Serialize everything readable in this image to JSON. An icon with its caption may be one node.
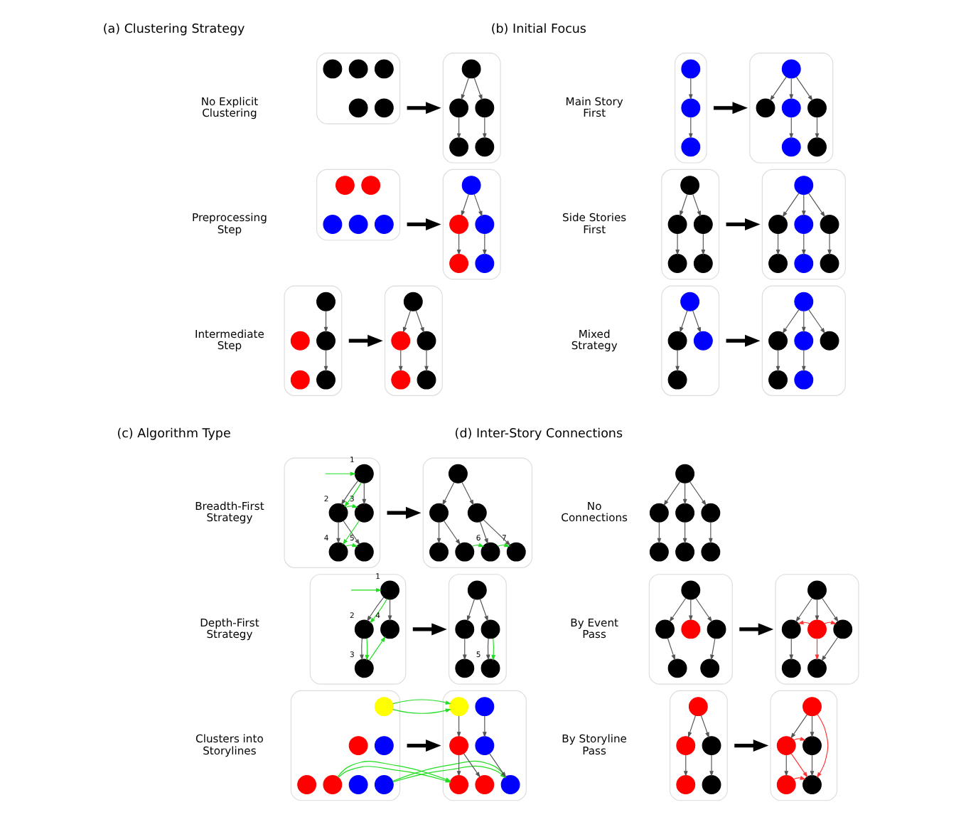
{
  "diagram": {
    "nodes": [
      {
        "text": [],
        "shape": "group"
      },
      {
        "text": [],
        "shape": "circle",
        "in": 0
      },
      {
        "text": [],
        "shape": "circle",
        "in": 0
      },
      {
        "text": [],
        "shape": "circle",
        "in": 0
      },
      {
        "text": [],
        "shape": "circle",
        "in": 0
      },
      {
        "text": [],
        "shape": "circle",
        "in": 0
      },
      {
        "text": [],
        "shape": "group"
      },
      {
        "text": [],
        "shape": "circle",
        "in": 6
      },
      {
        "text": [],
        "shape": "circle",
        "in": 6
      },
      {
        "text": [],
        "shape": "circle",
        "in": 6
      },
      {
        "text": [],
        "shape": "circle",
        "in": 6
      },
      {
        "text": [],
        "shape": "circle",
        "in": 6
      },
      {
        "text": [],
        "shape": "group"
      },
      {
        "text": [],
        "shape": "circle",
        "in": 12
      },
      {
        "text": [],
        "shape": "circle",
        "in": 12
      },
      {
        "text": [],
        "shape": "circle",
        "in": 12
      },
      {
        "text": [],
        "shape": "circle",
        "in": 12
      },
      {
        "text": [],
        "shape": "circle",
        "in": 12
      },
      {
        "text": [],
        "shape": "group"
      },
      {
        "text": [],
        "shape": "circle",
        "in": 18
      },
      {
        "text": [],
        "shape": "circle",
        "in": 18
      },
      {
        "text": [],
        "shape": "circle",
        "in": 18
      },
      {
        "text": [],
        "shape": "circle",
        "in": 18
      },
      {
        "text": [],
        "shape": "circle",
        "in": 18
      },
      {
        "text": [],
        "shape": "group"
      },
      {
        "text": [],
        "shape": "circle",
        "in": 24
      },
      {
        "text": [],
        "shape": "circle",
        "in": 24
      },
      {
        "text": [],
        "shape": "circle",
        "in": 24
      },
      {
        "text": [],
        "shape": "circle",
        "in": 24
      },
      {
        "text": [],
        "shape": "circle",
        "in": 24
      },
      {
        "text": [],
        "shape": "group"
      },
      {
        "text": [],
        "shape": "circle",
        "in": 30
      },
      {
        "text": [],
        "shape": "circle",
        "in": 30
      },
      {
        "text": [],
        "shape": "circle",
        "in": 30
      },
      {
        "text": [],
        "shape": "circle",
        "in": 30
      },
      {
        "text": [],
        "shape": "circle",
        "in": 30
      },
      {
        "text": [],
        "shape": "group"
      },
      {
        "text": [],
        "shape": "circle",
        "in": 36
      },
      {
        "text": [],
        "shape": "circle",
        "in": 36
      },
      {
        "text": [],
        "shape": "circle",
        "in": 36
      },
      {
        "text": [],
        "shape": "group"
      },
      {
        "text": [],
        "shape": "circle",
        "in": 40
      },
      {
        "text": [],
        "shape": "circle",
        "in": 40
      },
      {
        "text": [],
        "shape": "circle",
        "in": 40
      },
      {
        "text": [],
        "shape": "circle",
        "in": 40
      },
      {
        "text": [],
        "shape": "circle",
        "in": 40
      },
      {
        "text": [],
        "shape": "circle",
        "in": 40
      },
      {
        "text": [],
        "shape": "group"
      },
      {
        "text": [],
        "shape": "circle",
        "in": 47
      },
      {
        "text": [],
        "shape": "circle",
        "in": 47
      },
      {
        "text": [],
        "shape": "circle",
        "in": 47
      },
      {
        "text": [],
        "shape": "circle",
        "in": 47
      },
      {
        "text": [],
        "shape": "circle",
        "in": 47
      },
      {
        "text": [],
        "shape": "group"
      },
      {
        "text": [],
        "shape": "circle",
        "in": 53
      },
      {
        "text": [],
        "shape": "circle",
        "in": 53
      },
      {
        "text": [],
        "shape": "circle",
        "in": 53
      },
      {
        "text": [],
        "shape": "circle",
        "in": 53
      },
      {
        "text": [],
        "shape": "circle",
        "in": 53
      },
      {
        "text": [],
        "shape": "circle",
        "in": 53
      },
      {
        "text": [],
        "shape": "circle",
        "in": 53
      },
      {
        "text": [],
        "shape": "group"
      },
      {
        "text": [],
        "shape": "circle",
        "in": 61
      },
      {
        "text": [],
        "shape": "circle",
        "in": 61
      },
      {
        "text": [],
        "shape": "circle",
        "in": 61
      },
      {
        "text": [],
        "shape": "circle",
        "in": 61
      },
      {
        "text": [],
        "shape": "group"
      },
      {
        "text": [],
        "shape": "circle",
        "in": 66
      },
      {
        "text": [],
        "shape": "circle",
        "in": 66
      },
      {
        "text": [],
        "shape": "circle",
        "in": 66
      },
      {
        "text": [],
        "shape": "circle",
        "in": 66
      },
      {
        "text": [],
        "shape": "circle",
        "in": 66
      },
      {
        "text": [],
        "shape": "circle",
        "in": 66
      },
      {
        "text": [],
        "shape": "group"
      },
      {
        "text": [],
        "shape": "circle",
        "in": 73,
        "beside": [
          "1"
        ]
      },
      {
        "text": [],
        "shape": "circle",
        "in": 73,
        "beside": [
          "2"
        ]
      },
      {
        "text": [],
        "shape": "circle",
        "in": 73,
        "beside": [
          "3"
        ]
      },
      {
        "text": [],
        "shape": "circle",
        "in": 73,
        "beside": [
          "4"
        ]
      },
      {
        "text": [],
        "shape": "circle",
        "in": 73,
        "beside": [
          "5"
        ]
      },
      {
        "text": [],
        "shape": "group"
      },
      {
        "text": [],
        "shape": "circle",
        "in": 79
      },
      {
        "text": [],
        "shape": "circle",
        "in": 79
      },
      {
        "text": [],
        "shape": "circle",
        "in": 79
      },
      {
        "text": [],
        "shape": "circle",
        "in": 79
      },
      {
        "text": [],
        "shape": "circle",
        "in": 79
      },
      {
        "text": [],
        "shape": "circle",
        "in": 79,
        "beside": [
          "6"
        ]
      },
      {
        "text": [],
        "shape": "circle",
        "in": 79,
        "beside": [
          "7"
        ]
      },
      {
        "text": [],
        "shape": "group"
      },
      {
        "text": [],
        "shape": "circle",
        "in": 87,
        "beside": [
          "1"
        ]
      },
      {
        "text": [],
        "shape": "circle",
        "in": 87,
        "beside": [
          "2"
        ]
      },
      {
        "text": [],
        "shape": "circle",
        "in": 87,
        "beside": [
          "4"
        ]
      },
      {
        "text": [],
        "shape": "circle",
        "in": 87,
        "beside": [
          "3"
        ]
      },
      {
        "text": [],
        "shape": "group"
      },
      {
        "text": [],
        "shape": "circle",
        "in": 92
      },
      {
        "text": [],
        "shape": "circle",
        "in": 92
      },
      {
        "text": [],
        "shape": "circle",
        "in": 92
      },
      {
        "text": [],
        "shape": "circle",
        "in": 92
      },
      {
        "text": [],
        "shape": "circle",
        "in": 92,
        "beside": [
          "5"
        ]
      },
      {
        "text": [],
        "shape": "group"
      },
      {
        "text": [],
        "shape": "circle",
        "in": 98
      },
      {
        "text": [],
        "shape": "circle",
        "in": 98
      },
      {
        "text": [],
        "shape": "circle",
        "in": 98
      },
      {
        "text": [],
        "shape": "circle",
        "in": 98
      },
      {
        "text": [],
        "shape": "circle",
        "in": 98
      },
      {
        "text": [],
        "shape": "circle",
        "in": 98
      },
      {
        "text": [],
        "shape": "circle",
        "in": 98
      },
      {
        "text": [],
        "shape": "group"
      },
      {
        "text": [],
        "shape": "circle",
        "in": 106
      },
      {
        "text": [],
        "shape": "circle",
        "in": 106
      },
      {
        "text": [],
        "shape": "circle",
        "in": 106
      },
      {
        "text": [],
        "shape": "circle",
        "in": 106
      },
      {
        "text": [],
        "shape": "circle",
        "in": 106
      },
      {
        "text": [],
        "shape": "circle",
        "in": 106
      },
      {
        "text": [],
        "shape": "circle",
        "in": 106
      },
      {
        "text": [],
        "shape": "circle"
      },
      {
        "text": [],
        "shape": "circle"
      },
      {
        "text": [],
        "shape": "circle"
      },
      {
        "text": [],
        "shape": "circle"
      },
      {
        "text": [],
        "shape": "circle"
      },
      {
        "text": [],
        "shape": "circle"
      },
      {
        "text": [],
        "shape": "circle"
      },
      {
        "text": [],
        "shape": "group"
      },
      {
        "text": [],
        "shape": "circle",
        "in": 121
      },
      {
        "text": [],
        "shape": "circle",
        "in": 121
      },
      {
        "text": [],
        "shape": "circle",
        "in": 121
      },
      {
        "text": [],
        "shape": "circle",
        "in": 121
      },
      {
        "text": [],
        "shape": "circle",
        "in": 121
      },
      {
        "text": [],
        "shape": "circle",
        "in": 121
      },
      {
        "text": [],
        "shape": "group"
      },
      {
        "text": [],
        "shape": "circle",
        "in": 128
      },
      {
        "text": [],
        "shape": "circle",
        "in": 128
      },
      {
        "text": [],
        "shape": "circle",
        "in": 128
      },
      {
        "text": [],
        "shape": "circle",
        "in": 128
      },
      {
        "text": [],
        "shape": "circle",
        "in": 128
      },
      {
        "text": [],
        "shape": "circle",
        "in": 128
      },
      {
        "text": [],
        "shape": "group"
      },
      {
        "text": [],
        "shape": "circle",
        "in": 135
      },
      {
        "text": [],
        "shape": "circle",
        "in": 135
      },
      {
        "text": [],
        "shape": "circle",
        "in": 135
      },
      {
        "text": [],
        "shape": "circle",
        "in": 135
      },
      {
        "text": [],
        "shape": "circle",
        "in": 135
      },
      {
        "text": [],
        "shape": "group"
      },
      {
        "text": [],
        "shape": "circle",
        "in": 141
      },
      {
        "text": [],
        "shape": "circle",
        "in": 141
      },
      {
        "text": [],
        "shape": "circle",
        "in": 141
      },
      {
        "text": [],
        "shape": "circle",
        "in": 141
      },
      {
        "text": [],
        "shape": "circle",
        "in": 141
      }
    ],
    "edges": [
      {
        "from": 7,
        "to": 8,
        "arrow": "to"
      },
      {
        "from": 7,
        "to": 9,
        "arrow": "to"
      },
      {
        "from": 8,
        "to": 10,
        "arrow": "to"
      },
      {
        "from": 9,
        "to": 11,
        "arrow": "to"
      },
      {
        "from": 0,
        "to": 6,
        "arrow": "to",
        "style": "thick"
      },
      {
        "from": 19,
        "to": 20,
        "arrow": "to"
      },
      {
        "from": 19,
        "to": 21,
        "arrow": "to"
      },
      {
        "from": 20,
        "to": 22,
        "arrow": "to"
      },
      {
        "from": 21,
        "to": 23,
        "arrow": "to"
      },
      {
        "from": 12,
        "to": 18,
        "arrow": "to",
        "style": "thick"
      },
      {
        "from": 25,
        "to": 27,
        "arrow": "to"
      },
      {
        "from": 27,
        "to": 29,
        "arrow": "to"
      },
      {
        "from": 31,
        "to": 32,
        "arrow": "to"
      },
      {
        "from": 31,
        "to": 33,
        "arrow": "to"
      },
      {
        "from": 32,
        "to": 34,
        "arrow": "to"
      },
      {
        "from": 33,
        "to": 35,
        "arrow": "to"
      },
      {
        "from": 24,
        "to": 30,
        "arrow": "to",
        "style": "thick"
      },
      {
        "from": 37,
        "to": 38,
        "arrow": "to"
      },
      {
        "from": 38,
        "to": 39,
        "arrow": "to"
      },
      {
        "from": 41,
        "to": 42,
        "arrow": "to"
      },
      {
        "from": 41,
        "to": 43,
        "arrow": "to"
      },
      {
        "from": 41,
        "to": 44,
        "arrow": "to"
      },
      {
        "from": 43,
        "to": 45,
        "arrow": "to"
      },
      {
        "from": 44,
        "to": 46,
        "arrow": "to"
      },
      {
        "from": 36,
        "to": 40,
        "arrow": "to",
        "style": "thick"
      },
      {
        "from": 48,
        "to": 49,
        "arrow": "to"
      },
      {
        "from": 48,
        "to": 50,
        "arrow": "to"
      },
      {
        "from": 49,
        "to": 51,
        "arrow": "to"
      },
      {
        "from": 50,
        "to": 52,
        "arrow": "to"
      },
      {
        "from": 54,
        "to": 55,
        "arrow": "to"
      },
      {
        "from": 54,
        "to": 56,
        "arrow": "to"
      },
      {
        "from": 54,
        "to": 57,
        "arrow": "to"
      },
      {
        "from": 55,
        "to": 58,
        "arrow": "to"
      },
      {
        "from": 56,
        "to": 59,
        "arrow": "to"
      },
      {
        "from": 57,
        "to": 60,
        "arrow": "to"
      },
      {
        "from": 47,
        "to": 53,
        "arrow": "to",
        "style": "thick"
      },
      {
        "from": 62,
        "to": 63,
        "arrow": "to"
      },
      {
        "from": 62,
        "to": 64,
        "arrow": "to"
      },
      {
        "from": 63,
        "to": 65,
        "arrow": "to"
      },
      {
        "from": 67,
        "to": 68,
        "arrow": "to"
      },
      {
        "from": 67,
        "to": 69,
        "arrow": "to"
      },
      {
        "from": 67,
        "to": 70,
        "arrow": "to"
      },
      {
        "from": 68,
        "to": 71,
        "arrow": "to"
      },
      {
        "from": 69,
        "to": 72,
        "arrow": "to"
      },
      {
        "from": 61,
        "to": 66,
        "arrow": "to",
        "style": "thick"
      },
      {
        "from": 74,
        "to": 75,
        "arrow": "to"
      },
      {
        "from": 74,
        "to": 76,
        "arrow": "to"
      },
      {
        "from": 75,
        "to": 77,
        "arrow": "to"
      },
      {
        "from": 75,
        "to": 78,
        "arrow": "to"
      },
      {
        "from": null,
        "to": 74,
        "arrow": "to",
        "color": "#22dd22"
      },
      {
        "from": 74,
        "to": 75,
        "arrow": "to",
        "color": "#22dd22"
      },
      {
        "from": 75,
        "to": 76,
        "arrow": "to",
        "color": "#22dd22"
      },
      {
        "from": 76,
        "to": 77,
        "arrow": "to",
        "color": "#22dd22"
      },
      {
        "from": 77,
        "to": 78,
        "arrow": "to",
        "color": "#22dd22"
      },
      {
        "from": 80,
        "to": 81,
        "arrow": "to"
      },
      {
        "from": 80,
        "to": 82,
        "arrow": "to"
      },
      {
        "from": 81,
        "to": 83,
        "arrow": "to"
      },
      {
        "from": 81,
        "to": 84,
        "arrow": "to"
      },
      {
        "from": 82,
        "to": 85,
        "arrow": "to"
      },
      {
        "from": 82,
        "to": 86,
        "arrow": "to"
      },
      {
        "from": 84,
        "to": 85,
        "arrow": "to",
        "color": "#22dd22"
      },
      {
        "from": 85,
        "to": 86,
        "arrow": "to",
        "color": "#22dd22"
      },
      {
        "from": 73,
        "to": 79,
        "arrow": "to",
        "style": "thick"
      },
      {
        "from": 88,
        "to": 89,
        "arrow": "to"
      },
      {
        "from": 88,
        "to": 90,
        "arrow": "to"
      },
      {
        "from": 89,
        "to": 91,
        "arrow": "to"
      },
      {
        "from": null,
        "to": 88,
        "arrow": "to",
        "color": "#22dd22"
      },
      {
        "from": 88,
        "to": 89,
        "arrow": "to",
        "color": "#22dd22"
      },
      {
        "from": 89,
        "to": 91,
        "arrow": "to",
        "color": "#22dd22"
      },
      {
        "from": 91,
        "to": 90,
        "arrow": "to",
        "color": "#22dd22"
      },
      {
        "from": 93,
        "to": 94,
        "arrow": "to"
      },
      {
        "from": 93,
        "to": 95,
        "arrow": "to"
      },
      {
        "from": 94,
        "to": 96,
        "arrow": "to"
      },
      {
        "from": 95,
        "to": 97,
        "arrow": "to"
      },
      {
        "from": 95,
        "to": 97,
        "arrow": "to",
        "color": "#22dd22"
      },
      {
        "from": 87,
        "to": 92,
        "arrow": "to",
        "style": "thick"
      },
      {
        "from": 99,
        "to": 107,
        "arrow": "to",
        "color": "#22dd22"
      },
      {
        "from": 102,
        "to": 111,
        "arrow": "to",
        "color": "#22dd22"
      },
      {
        "from": 105,
        "to": 113,
        "arrow": "to",
        "color": "#22dd22"
      },
      {
        "from": 107,
        "to": 109,
        "arrow": "to"
      },
      {
        "from": 109,
        "to": 111,
        "arrow": "to"
      },
      {
        "from": 109,
        "to": 112,
        "arrow": "to"
      },
      {
        "from": 108,
        "to": 110,
        "arrow": "to"
      },
      {
        "from": 110,
        "to": 113,
        "arrow": "to"
      },
      {
        "from": 98,
        "to": 106,
        "arrow": "to",
        "style": "thick"
      },
      {
        "from": 114,
        "to": 115,
        "arrow": "to"
      },
      {
        "from": 114,
        "to": 116,
        "arrow": "to"
      },
      {
        "from": 114,
        "to": 117,
        "arrow": "to"
      },
      {
        "from": 115,
        "to": 118,
        "arrow": "to"
      },
      {
        "from": 116,
        "to": 119,
        "arrow": "to"
      },
      {
        "from": 117,
        "to": 120,
        "arrow": "to"
      },
      {
        "from": 122,
        "to": 123,
        "arrow": "to"
      },
      {
        "from": 122,
        "to": 124,
        "arrow": "to"
      },
      {
        "from": 122,
        "to": 125,
        "arrow": "to"
      },
      {
        "from": 123,
        "to": 126,
        "arrow": "to"
      },
      {
        "from": 125,
        "to": 127,
        "arrow": "to"
      },
      {
        "from": 129,
        "to": 130,
        "arrow": "to"
      },
      {
        "from": 129,
        "to": 131,
        "arrow": "to"
      },
      {
        "from": 129,
        "to": 132,
        "arrow": "to"
      },
      {
        "from": 130,
        "to": 133,
        "arrow": "to"
      },
      {
        "from": 132,
        "to": 134,
        "arrow": "to"
      },
      {
        "from": 131,
        "to": 130,
        "arrow": "to",
        "color": "#ff3333"
      },
      {
        "from": 131,
        "to": 132,
        "arrow": "to",
        "color": "#ff3333"
      },
      {
        "from": 131,
        "to": 134,
        "arrow": "to",
        "color": "#ff3333"
      },
      {
        "from": 121,
        "to": 128,
        "arrow": "to",
        "style": "thick"
      },
      {
        "from": 136,
        "to": 137,
        "arrow": "to"
      },
      {
        "from": 136,
        "to": 138,
        "arrow": "to"
      },
      {
        "from": 137,
        "to": 139,
        "arrow": "to"
      },
      {
        "from": 138,
        "to": 140,
        "arrow": "to"
      },
      {
        "from": 142,
        "to": 143,
        "arrow": "to"
      },
      {
        "from": 142,
        "to": 144,
        "arrow": "to"
      },
      {
        "from": 143,
        "to": 145,
        "arrow": "to"
      },
      {
        "from": 144,
        "to": 146,
        "arrow": "to"
      },
      {
        "from": 142,
        "to": 146,
        "arrow": "to",
        "color": "#ff3333"
      },
      {
        "from": 143,
        "to": 144,
        "arrow": "to",
        "color": "#ff3333"
      },
      {
        "from": 143,
        "to": 146,
        "arrow": "to",
        "color": "#ff3333"
      },
      {
        "from": 145,
        "to": 146,
        "arrow": "to",
        "color": "#ff3333"
      },
      {
        "from": 135,
        "to": 141,
        "arrow": "to",
        "style": "thick"
      }
    ],
    "labels": [
      "(a) Clustering Strategy",
      "No Explicit Clustering",
      "Preprocessing Step",
      "Intermediate Step",
      "(b) Initial Focus",
      "Main Story First",
      "Side Stories First",
      "Mixed Strategy",
      "(c) Algorithm Type",
      "Breadth-First Strategy",
      "Depth-First Strategy",
      "Clusters into Storylines",
      "(d) Inter-Story Connections",
      "No Connections",
      "By Event Pass",
      "By Storyline Pass"
    ]
  }
}
